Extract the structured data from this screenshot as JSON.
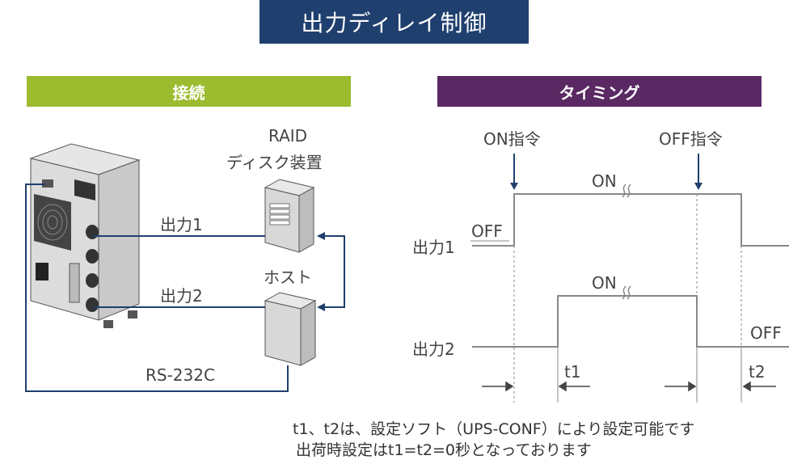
{
  "title": "出力ディレイ制御",
  "connection": {
    "header": "接続",
    "raid_line1": "RAID",
    "raid_line2": "ディスク装置",
    "host": "ホスト",
    "output1": "出力1",
    "output2": "出力2",
    "serial": "RS-232C"
  },
  "timing": {
    "header": "タイミング",
    "on_command": "ON指令",
    "off_command": "OFF指令",
    "on1": "ON",
    "on2": "ON",
    "off1": "OFF",
    "off2": "OFF",
    "output1": "出力1",
    "output2": "出力2",
    "t1": "t1",
    "t2": "t2"
  },
  "notes": {
    "line1": "t1、t2は、設定ソフト（UPS-CONF）により設定可能です",
    "line2": "出荷時設定はt1=t2=0秒となっております"
  },
  "colors": {
    "title_bg": "#1f3f6e",
    "connection_header": "#9dbb2f",
    "timing_header": "#5a2963",
    "wire": "#1f3f6e",
    "signal": "#888888"
  }
}
